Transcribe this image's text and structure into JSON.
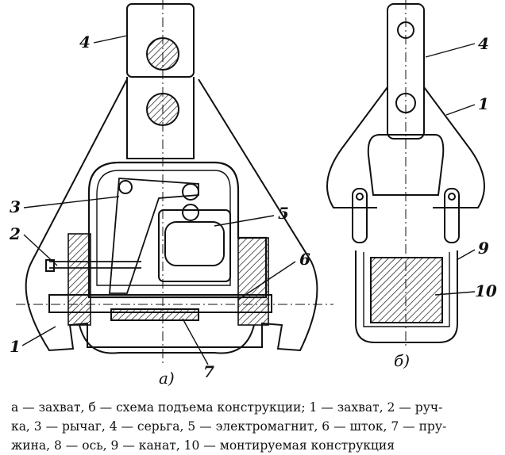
{
  "figure": {
    "sub_a": "а)",
    "sub_b": "б)",
    "labels_a": [
      "4",
      "3",
      "2",
      "5",
      "6",
      "1",
      "7"
    ],
    "labels_b": [
      "4",
      "1",
      "9",
      "10"
    ]
  },
  "caption": {
    "line1": "а — захват, б — схема подъема конструкции; 1 — захват, 2 — руч-",
    "line2": "ка, 3 — рычаг, 4 — серьга, 5 — электромагнит, 6 — шток, 7 — пру-",
    "line3": "жина, 8 — ось, 9 — канат, 10 — монтируемая конструкция"
  }
}
